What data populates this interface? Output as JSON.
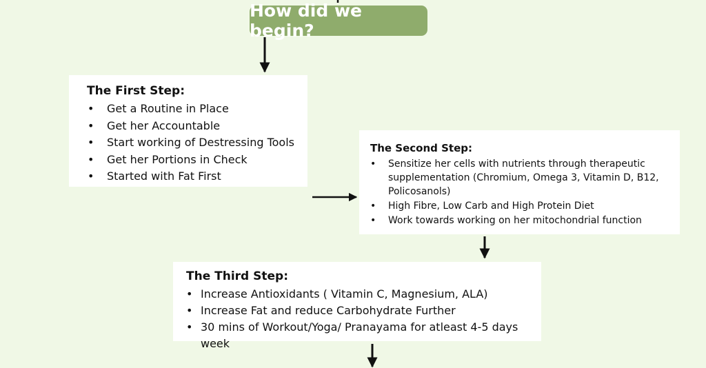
{
  "title": "How did we begin?",
  "steps": [
    {
      "heading": "The First Step:",
      "items": [
        "Get a Routine in Place",
        "Get her Accountable",
        "Start working of Destressing Tools",
        "Get her Portions in Check",
        "Started with Fat First"
      ]
    },
    {
      "heading": "The Second Step:",
      "items": [
        "Sensitize her cells with nutrients through therapeutic supplementation (Chromium, Omega 3, Vitamin D, B12, Policosanols)",
        "High Fibre, Low Carb and High Protein Diet",
        "Work towards working on her mitochondrial function"
      ]
    },
    {
      "heading": "The Third Step:",
      "items": [
        "Increase Antioxidants ( Vitamin C, Magnesium, ALA)",
        "Increase Fat and reduce Carbohydrate Further",
        "30 mins of Workout/Yoga/ Pranayama for atleast 4-5 days week"
      ]
    }
  ],
  "colors": {
    "background": "#f0f8e6",
    "title_fill": "#8fac6c",
    "box_fill": "#ffffff",
    "arrow": "#111111"
  }
}
